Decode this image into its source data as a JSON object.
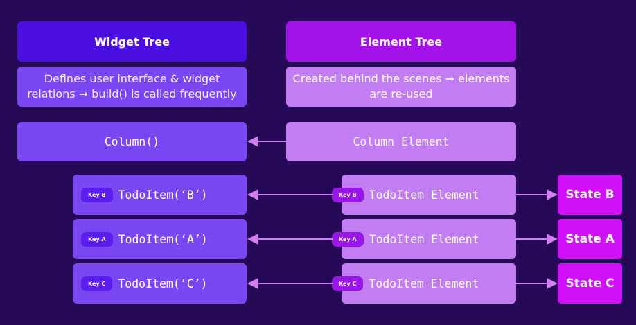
{
  "widget_tree": {
    "title": "Widget Tree",
    "description": "Defines user interface & widget relations ➞ build() is called frequently",
    "root": "Column()",
    "items": [
      {
        "key": "Key B",
        "label": "TodoItem(‘B’)"
      },
      {
        "key": "Key A",
        "label": "TodoItem(‘A’)"
      },
      {
        "key": "Key C",
        "label": "TodoItem(‘C’)"
      }
    ]
  },
  "element_tree": {
    "title": "Element Tree",
    "description": "Created behind the scenes ➞ elements are re-used",
    "root": "Column Element",
    "items": [
      {
        "key": "Key B",
        "label": "TodoItem Element"
      },
      {
        "key": "Key A",
        "label": "TodoItem Element"
      },
      {
        "key": "Key C",
        "label": "TodoItem Element"
      }
    ]
  },
  "states": [
    "State B",
    "State A",
    "State C"
  ],
  "colors": {
    "background": "#270a57",
    "widget_header": "#4a0fe0",
    "element_header": "#a212e8",
    "widget_box": "#7a46f2",
    "element_box": "#c37df2",
    "state_box": "#d010f8",
    "arrow": "#d07ef0"
  }
}
